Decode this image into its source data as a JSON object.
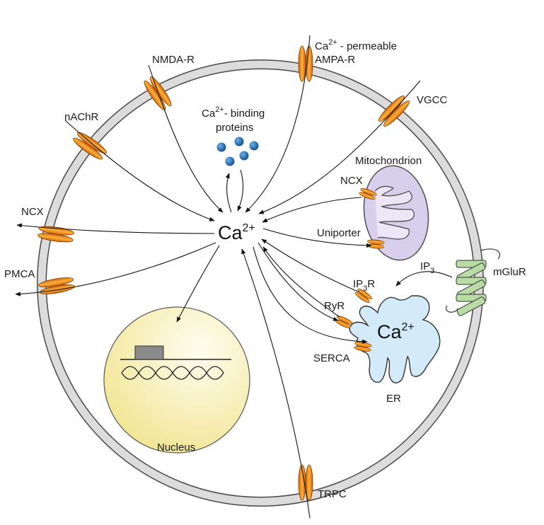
{
  "labels": {
    "nmda": "NMDA-R",
    "ampa_ion": "Ca",
    "ampa_charge": "2+",
    "ampa_rest": " - permeable",
    "ampa_line2": "AMPA-R",
    "vgcc": "VGCC",
    "nachr": "nAChR",
    "binding_ion": "Ca",
    "binding_charge": "2+",
    "binding_rest": "- binding",
    "binding_line2": "proteins",
    "mitochondrion": "Mitochondrion",
    "ncx_mito": "NCX",
    "uniporter": "Uniporter",
    "ncx_membrane": "NCX",
    "pmca": "PMCA",
    "ip3_base": "IP",
    "ip3_sub": "3",
    "mglur": "mGluR",
    "ip3r_base": "IP",
    "ip3r_sub": "3",
    "ip3r_rest": "R",
    "ryr": "RyR",
    "serca": "SERCA",
    "er": "ER",
    "nucleus": "Nucleus",
    "trpc": "TRPC",
    "center_ion": "Ca",
    "center_charge": "2+",
    "er_ion": "Ca",
    "er_charge": "2+"
  },
  "colors": {
    "membrane": "#d6d6d6",
    "channel": "#f39c1f",
    "nucleus": "#f6eb9e",
    "mitochondrion": "#cfc6e6",
    "er": "#d3eaf8",
    "mglur": "#b9dca4",
    "protein": "#1f63a8"
  }
}
